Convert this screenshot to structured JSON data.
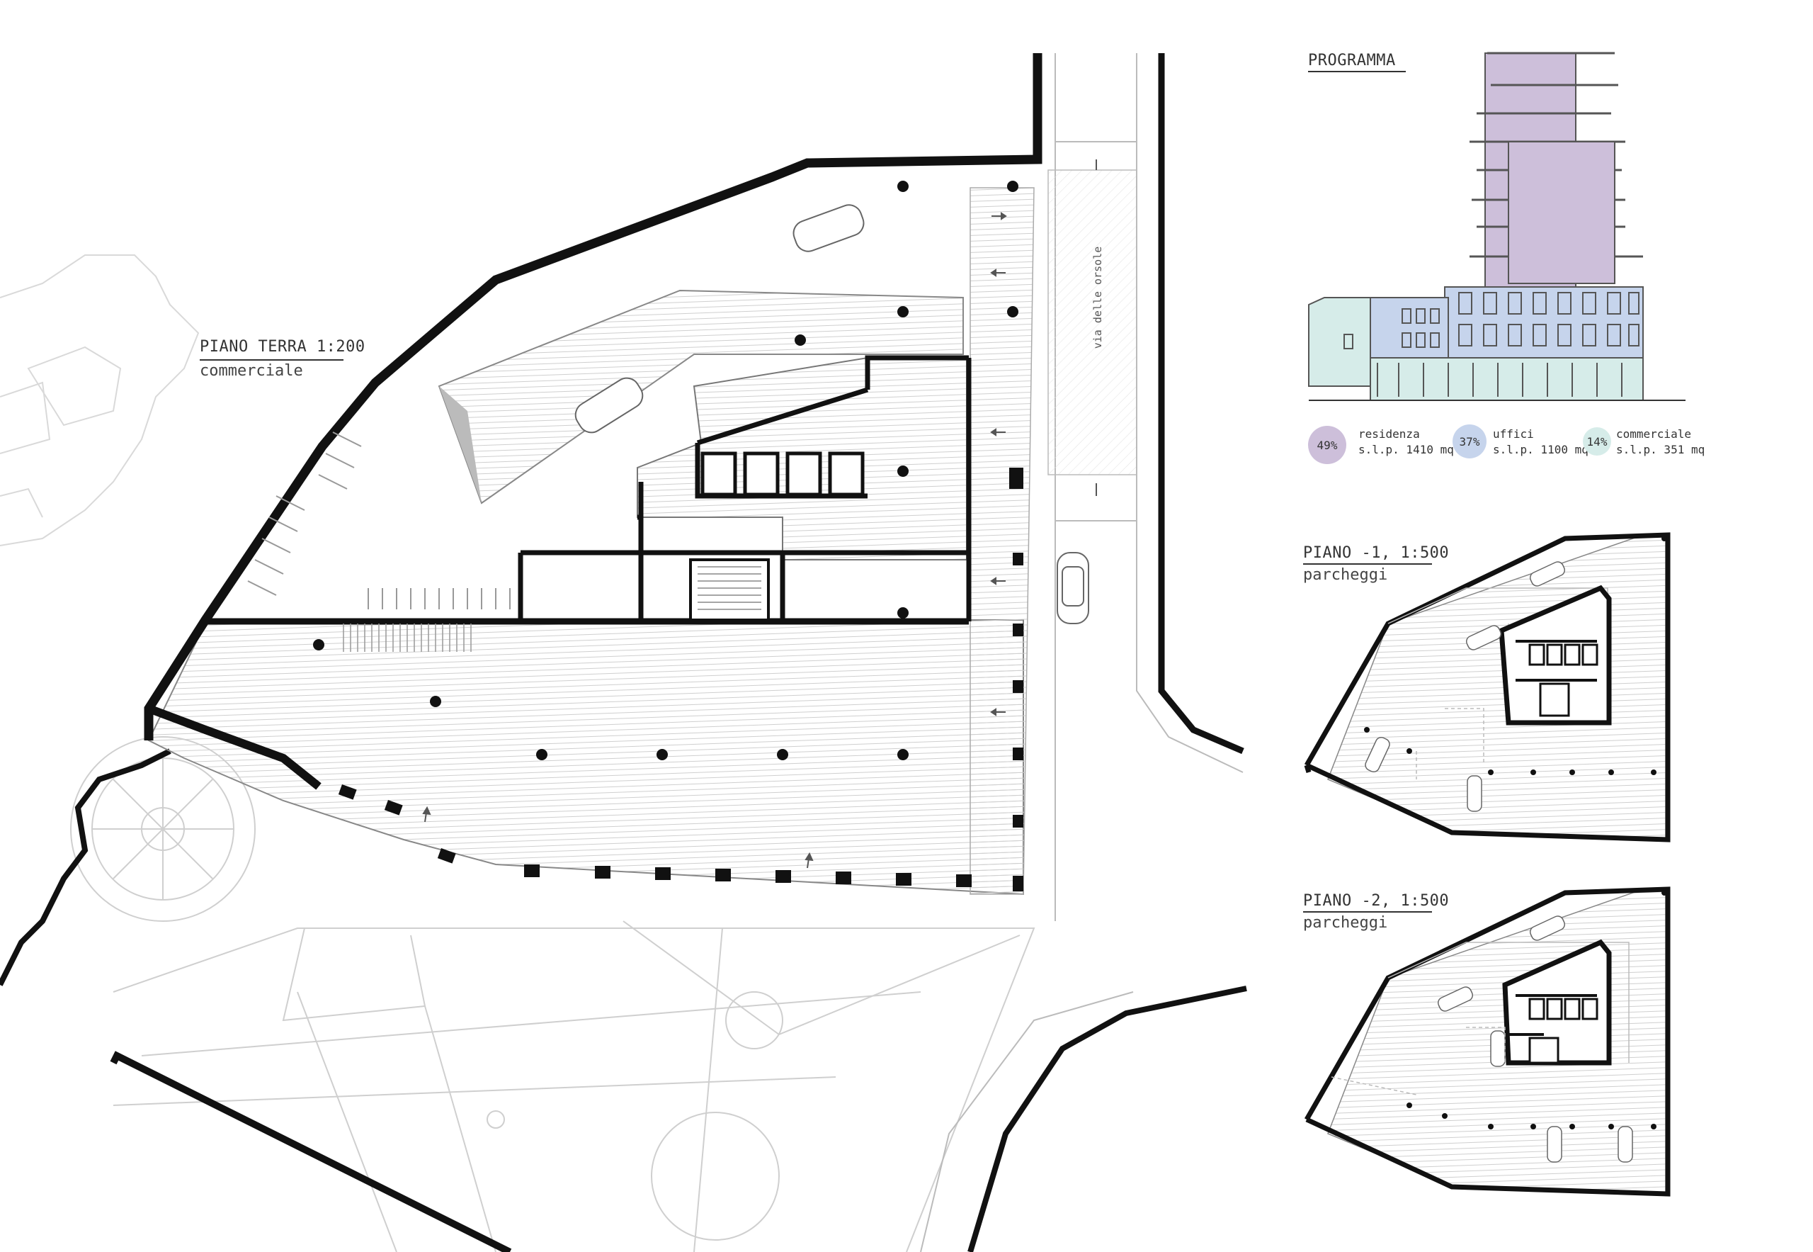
{
  "ground_floor": {
    "title": "PIANO TERRA 1:200",
    "subtitle": "commerciale",
    "street": "via delle orsole"
  },
  "program": {
    "title": "PROGRAMMA",
    "items": [
      {
        "percent": "49%",
        "label": "residenza",
        "area": "s.l.p. 1410 mq",
        "color": "#cdbfda"
      },
      {
        "percent": "37%",
        "label": "uffici",
        "area": "s.l.p. 1100 mq",
        "color": "#c6d4ec"
      },
      {
        "percent": "14%",
        "label": "commerciale",
        "area": "s.l.p. 351 mq",
        "color": "#d6ece9"
      }
    ]
  },
  "basement_1": {
    "title": "PIANO -1, 1:500",
    "subtitle": "parcheggi"
  },
  "basement_2": {
    "title": "PIANO -2, 1:500",
    "subtitle": "parcheggi"
  }
}
